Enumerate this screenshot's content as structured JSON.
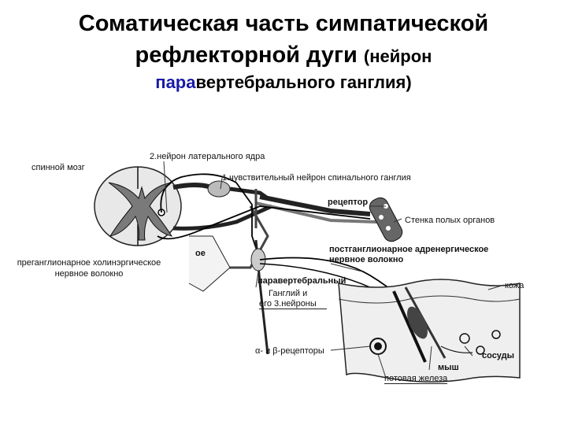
{
  "title": {
    "line1": "Соматическая часть симпатической",
    "line2_main": "рефлекторной дуги",
    "line2_small": "(нейрон",
    "line3_blue": "пара",
    "line3_rest": "вертебрального ганглия)"
  },
  "labels": {
    "spinal_cord": "спинной мозг",
    "lateral_nucleus": "2.нейрон латерального ядра",
    "sensory_neuron": "1.чувствительный нейрон спинального ганглия",
    "receptor": "рецептор",
    "hollow_organ_wall": "Стенка полых органов",
    "postganglionic_1": "постганглионарное адренергическое",
    "postganglionic_2": "нервное волокно",
    "preganglionic_1": "преганглионарное холинэргическое",
    "preganglionic_2": "нервное волокно",
    "paravertebral": "паравертебральный",
    "ganglion_1": "Ганглий и",
    "ganglion_2": "его 3.нейроны",
    "skin": "кожа",
    "receptors_ab": "α- и β-рецепторы",
    "muscle": "мыш",
    "vessels": "сосуды",
    "sweat_gland": "потовая железа",
    "fragment_oe": "ое"
  }
}
